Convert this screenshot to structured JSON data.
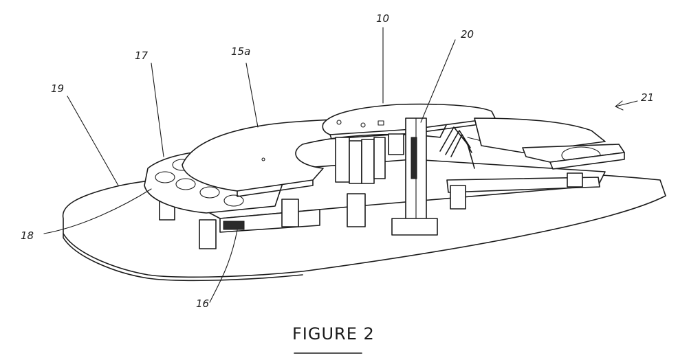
{
  "figure": {
    "caption": "FIGURE 2",
    "reference_numerals": [
      "10",
      "20",
      "15a",
      "17",
      "19",
      "21",
      "18",
      "16"
    ]
  },
  "colors": {
    "ink": "#1a1a1a",
    "paper": "#ffffff"
  }
}
